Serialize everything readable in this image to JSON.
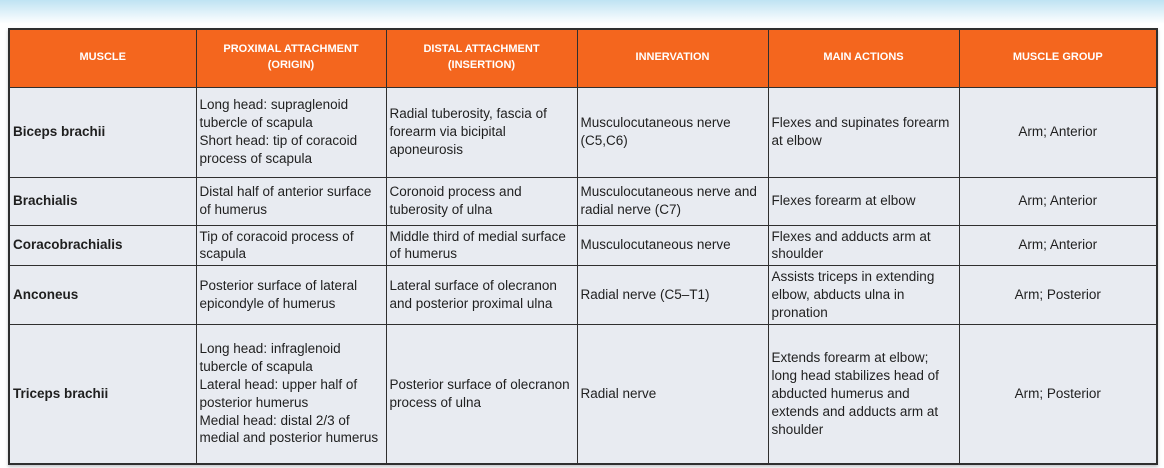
{
  "theme": {
    "accent": "#F4661E",
    "cell_bg": "#E8EBF1",
    "border": "#2F2F2F",
    "header_text": "#FFFFFF",
    "body_text": "#1F1F1F",
    "sky": "#BFE3F3"
  },
  "table": {
    "headers": [
      "MUSCLE",
      "PROXIMAL ATTACHMENT\n(ORIGIN)",
      "DISTAL ATTACHMENT\n(INSERTION)",
      "INNERVATION",
      "MAIN ACTIONS",
      "MUSCLE GROUP"
    ],
    "rows": [
      {
        "muscle": "Biceps brachii",
        "proximal_attachment": "Long head: supraglenoid tubercle of scapula\nShort head: tip of coracoid process of scapula",
        "distal_attachment": "Radial tuberosity, fascia of forearm via bicipital aponeurosis",
        "innervation": "Musculocutaneous nerve (C5,C6)",
        "main_actions": "Flexes and supinates forearm at elbow",
        "muscle_group": "Arm; Anterior"
      },
      {
        "muscle": "Brachialis",
        "proximal_attachment": "Distal half of anterior surface of humerus",
        "distal_attachment": "Coronoid process and tuberosity of ulna",
        "innervation": "Musculocutaneous nerve and radial nerve (C7)",
        "main_actions": "Flexes forearm at elbow",
        "muscle_group": "Arm; Anterior"
      },
      {
        "muscle": "Coracobrachialis",
        "proximal_attachment": "Tip of coracoid process of scapula",
        "distal_attachment": "Middle third of medial surface of humerus",
        "innervation": "Musculocutaneous nerve",
        "main_actions": "Flexes and adducts arm at shoulder",
        "muscle_group": "Arm; Anterior"
      },
      {
        "muscle": "Anconeus",
        "proximal_attachment": "Posterior surface of lateral epicondyle of humerus",
        "distal_attachment": "Lateral surface of olecranon and posterior proximal ulna",
        "innervation": "Radial nerve (C5–T1)",
        "main_actions": "Assists triceps in extending elbow, abducts ulna in pronation",
        "muscle_group": "Arm; Posterior"
      },
      {
        "muscle": "Triceps brachii",
        "proximal_attachment": "Long head: infraglenoid tubercle of scapula\nLateral head: upper half of posterior humerus\nMedial head: distal 2/3 of medial and posterior humerus",
        "distal_attachment": "Posterior surface of olecranon process of ulna",
        "innervation": "Radial nerve",
        "main_actions": "Extends forearm at elbow; long head stabilizes head of abducted humerus and extends and adducts arm at shoulder",
        "muscle_group": "Arm; Posterior"
      }
    ]
  }
}
